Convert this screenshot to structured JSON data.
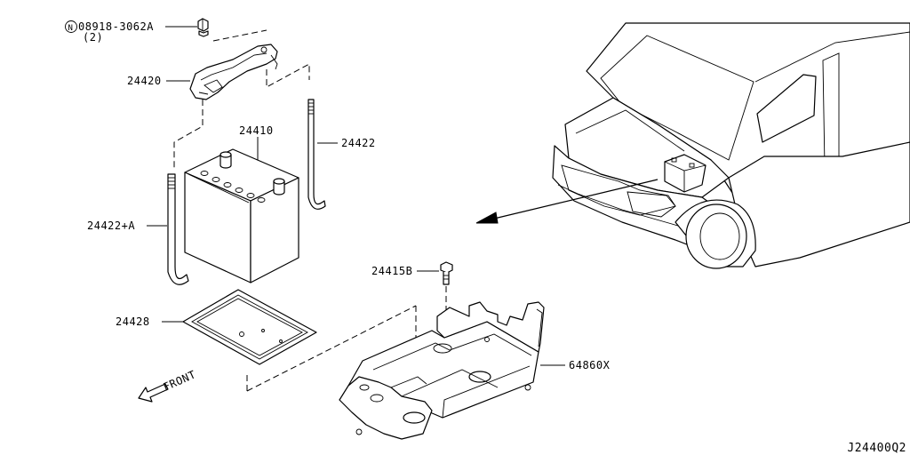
{
  "labels": {
    "bolt_nut": "08918-3062A",
    "bolt_nut_qty": "(2)",
    "bolt_nut_prefix": "N",
    "hold_down_frame": "24420",
    "battery": "24410",
    "rod_right": "24422",
    "rod_left": "24422+A",
    "tray": "24428",
    "bracket_bolt": "24415B",
    "battery_bracket": "64860X",
    "front": "FRONT",
    "diagram_id": "J24400Q2"
  }
}
